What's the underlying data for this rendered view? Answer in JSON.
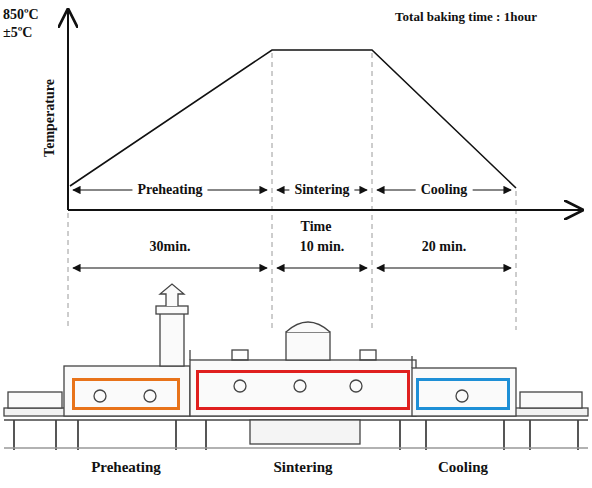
{
  "diagram": {
    "nodes": [
      {
        "text": [
          "Preheating"
        ]
      },
      {
        "text": [
          "Sintering"
        ]
      },
      {
        "text": [
          "Cooling"
        ]
      }
    ],
    "labels": [
      "Total baking time : 1hour",
      "850ºC ±5ºC",
      "Temperature",
      "Time",
      "Preheating",
      "Sintering",
      "Cooling",
      "30min.",
      "10 min.",
      "20 min."
    ]
  }
}
